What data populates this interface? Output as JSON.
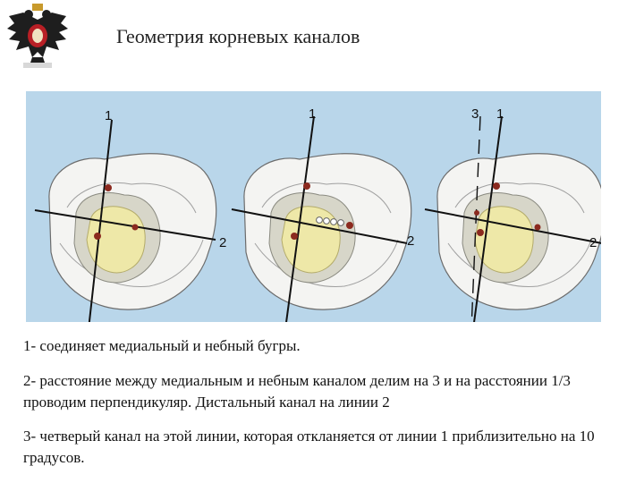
{
  "header": {
    "title": "Геометрия корневых каналов"
  },
  "figure": {
    "panels": [
      {
        "labels": [
          "1",
          "2"
        ]
      },
      {
        "labels": [
          "1",
          "2"
        ]
      },
      {
        "labels": [
          "3",
          "1",
          "2"
        ]
      }
    ],
    "colors": {
      "background": "#b9d6ea",
      "tooth": "#f4f4f2",
      "pulp_outer": "#d7d6c9",
      "pulp_inner": "#eee8a8",
      "canal": "#8b2a1f",
      "line": "#111111"
    }
  },
  "captions": [
    "1- соединяет медиальный и небный бугры.",
    "2- расстояние между медиальным и небным каналом делим на 3 и на расстоянии 1/3 проводим перпендикуляр. Дистальный канал на линии 2",
    "3- четверый канал на этой линии, которая откланяется от линии 1 приблизительно на 10 градусов."
  ]
}
